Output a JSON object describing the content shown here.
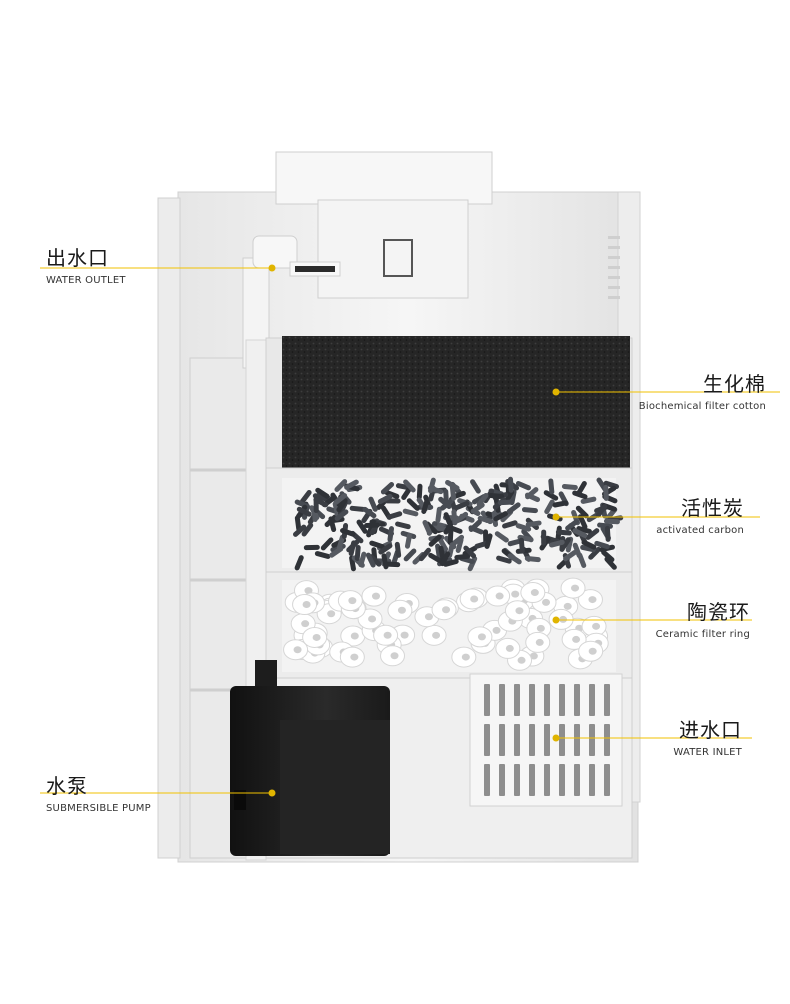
{
  "colors": {
    "leader_line": "#f2c200",
    "dot": "#e0b400",
    "housing": "#f2f2f2",
    "foam": "#2a2a2a",
    "carbon": "#3c3f44",
    "ceramic": "#ffffff",
    "pump": "#1b1b1b"
  },
  "labels": {
    "water_outlet": {
      "zh": "出水口",
      "en": "WATER OUTLET"
    },
    "bio_cotton": {
      "zh": "生化棉",
      "en": "Biochemical filter cotton"
    },
    "activated_carbon": {
      "zh": "活性炭",
      "en": "activated carbon"
    },
    "ceramic_ring": {
      "zh": "陶瓷环",
      "en": "Ceramic filter ring"
    },
    "water_inlet": {
      "zh": "进水口",
      "en": "WATER INLET"
    },
    "pump": {
      "zh": "水泵",
      "en": "SUBMERSIBLE PUMP"
    }
  }
}
